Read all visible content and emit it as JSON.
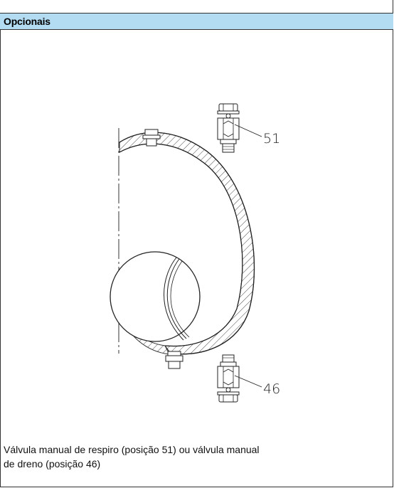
{
  "section": {
    "title": "Opcionais"
  },
  "drawing": {
    "callouts": [
      {
        "label": "51"
      },
      {
        "label": "46"
      }
    ]
  },
  "caption": {
    "line1": "Válvula manual de respiro (posição 51) ou válvula manual",
    "line2": "de dreno (posição 46)"
  }
}
